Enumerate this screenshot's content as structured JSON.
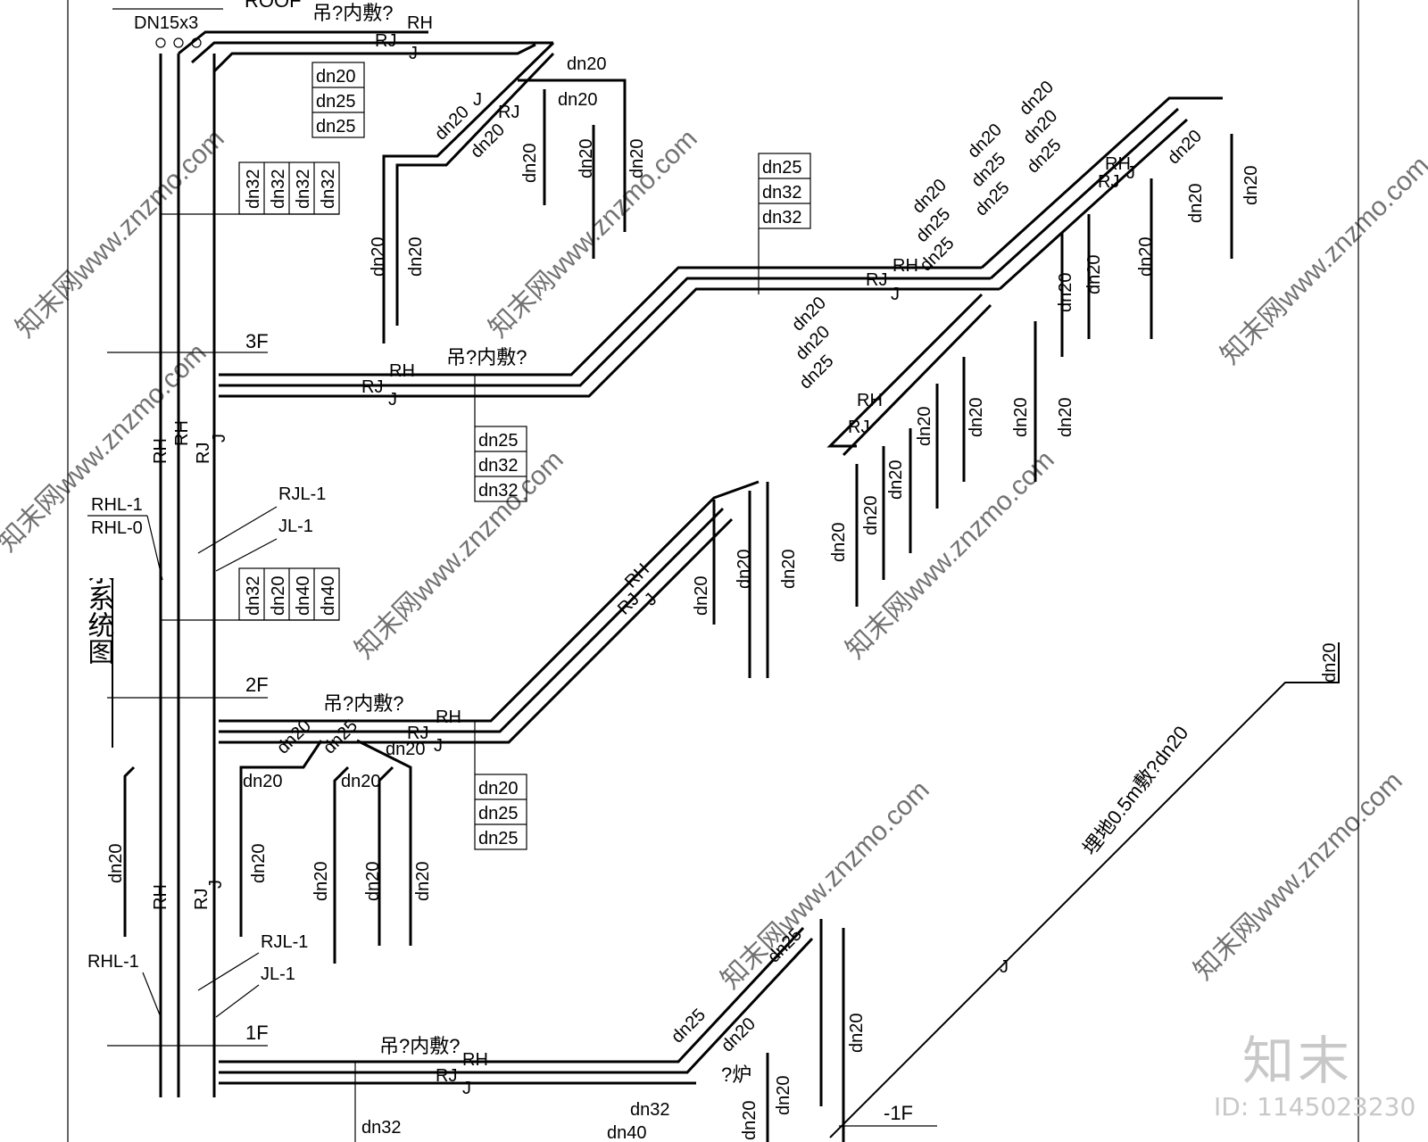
{
  "title": "给水系统图",
  "header": {
    "roof": "ROOF",
    "valves": "DN15x3"
  },
  "floors": {
    "f3": "3F",
    "f2": "2F",
    "f1": "1F",
    "b1": "-1F"
  },
  "mounting_note": "吊?内敷?",
  "buried_note": "埋地0.5m敷?dn20",
  "stove_note": "?炉",
  "pipe_codes": {
    "rh": "RH",
    "rj": "RJ",
    "j": "J"
  },
  "risers": {
    "rhl1": "RHL-1",
    "rhl0": "RHL-0",
    "rjl1": "RJL-1",
    "jl1": "JL-1"
  },
  "sizes": {
    "dn15": "dn15",
    "dn20": "dn20",
    "dn25": "dn25",
    "dn32": "dn32",
    "dn40": "dn40"
  },
  "brand": {
    "name": "知末",
    "id": "ID: 1145023230",
    "watermark": "知末网www.znzmo.com"
  }
}
